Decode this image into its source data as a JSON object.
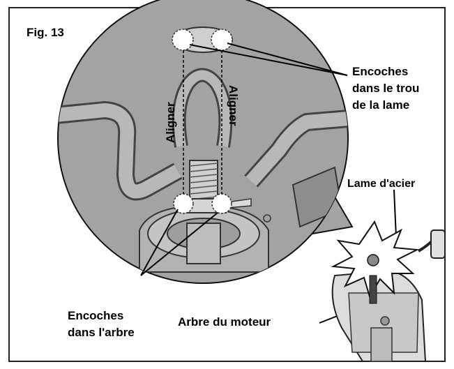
{
  "figure": {
    "title": "Fig. 13"
  },
  "labels": {
    "align_left": "Aligner",
    "align_right": "Aligner",
    "blade_notches_line1": "Encoches",
    "blade_notches_line2": "dans le trou",
    "blade_notches_line3": "de la lame",
    "steel_blade": "Lame d'acier",
    "shaft_notches_line1": "Encoches",
    "shaft_notches_line2": "dans l'arbre",
    "motor_shaft": "Arbre du moteur"
  },
  "colors": {
    "magnifier_fill": "#a3a3a3",
    "border": "#222222",
    "line": "#000000"
  }
}
